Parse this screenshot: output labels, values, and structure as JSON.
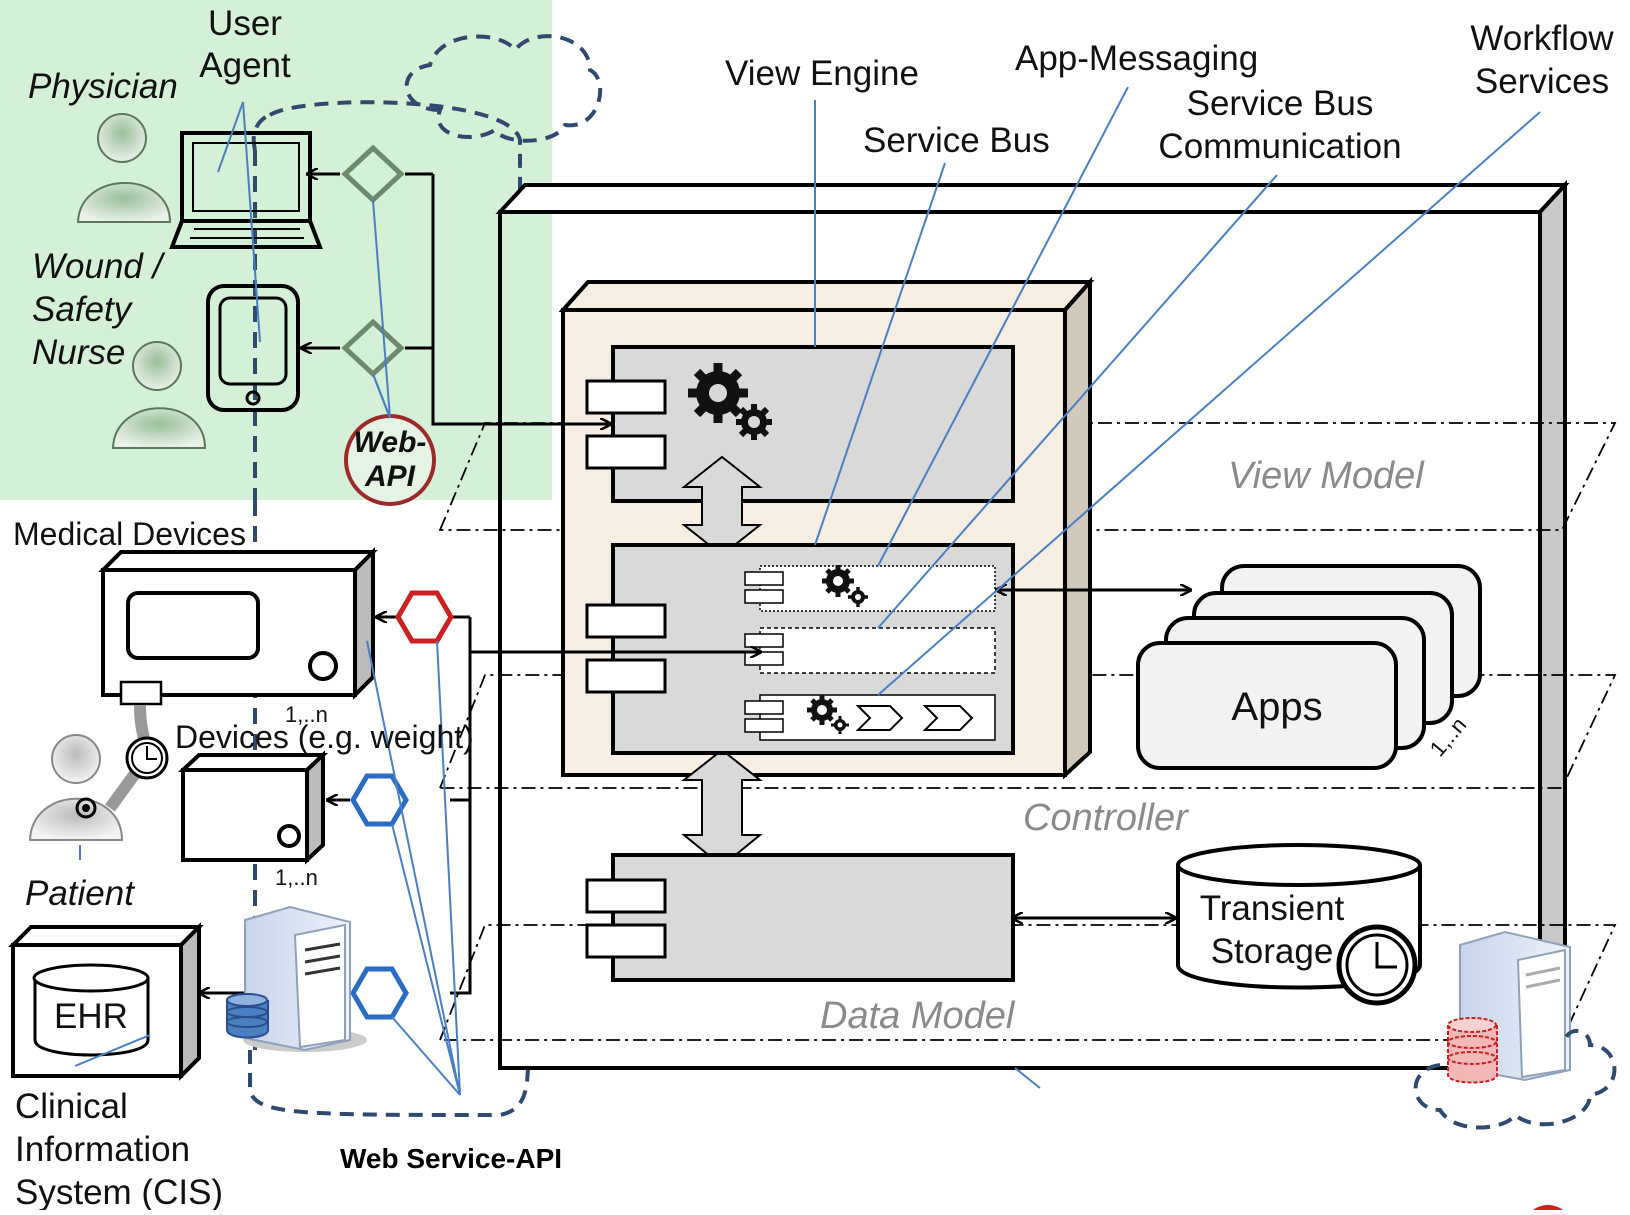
{
  "labels": {
    "user_agent": "User\nAgent",
    "physician": "Physician",
    "nurse": "Wound /\nSafety\nNurse",
    "web_api": "Web-\nAPI",
    "medical_devices": "Medical Devices",
    "devices": "Devices  (e.g. weight)",
    "multiplicity_a": "1,..n",
    "multiplicity_b": "1,..n",
    "multiplicity_apps": "1,..n",
    "patient": "Patient",
    "ehr": "EHR",
    "cis": "Clinical\nInformation\nSystem (CIS)",
    "web_service_api": "Web Service-API",
    "view_engine": "View Engine",
    "service_bus": "Service Bus",
    "app_messaging": "App-Messaging",
    "service_bus_comm": "Service Bus\nCommunication",
    "workflow_services": "Workflow\nServices",
    "view_model": "View Model",
    "controller": "Controller",
    "data_model": "Data Model",
    "apps": "Apps",
    "transient_storage": "Transient\nStorage"
  },
  "colors": {
    "green_zone": "#d4f0d6",
    "mvc_panel": "#f7eee3",
    "component_gray": "#d9d9d9",
    "callout_blue": "#4a7fc1",
    "hex_red": "#cc1f1f",
    "hex_blue": "#2a6cc4",
    "web_api_ring": "#9b2a2a",
    "cloud_dash": "#2f4a6e"
  }
}
